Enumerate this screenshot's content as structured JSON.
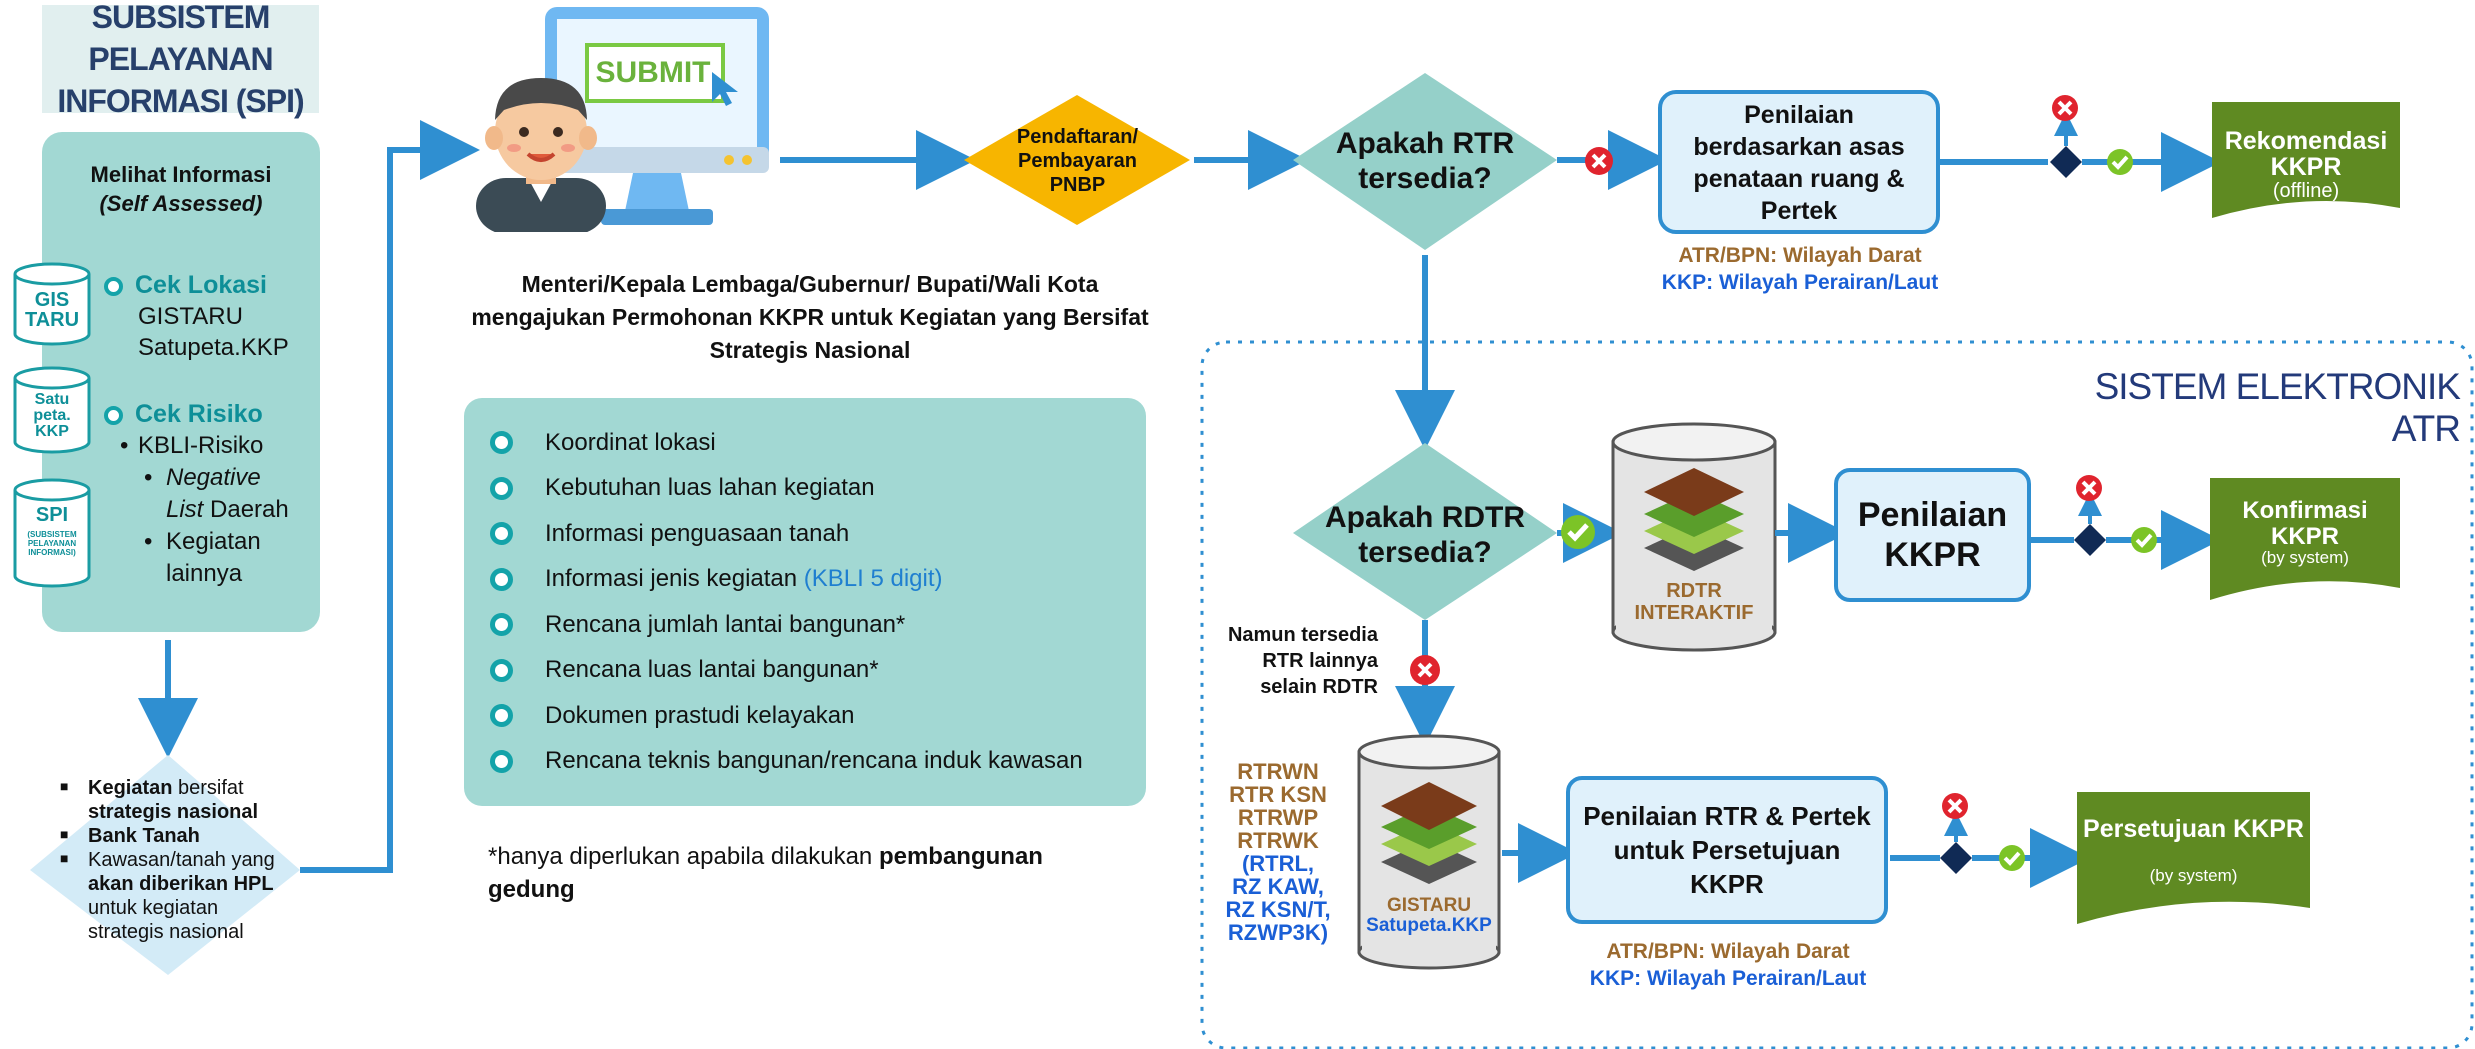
{
  "spi_title": "SUBSISTEM PELAYANAN INFORMASI (SPI)",
  "info_box": {
    "heading_line1": "Melihat Informasi",
    "heading_line2": "(Self Assessed)",
    "cek_lokasi": "Cek Lokasi",
    "cek_lokasi_items": [
      "GISTARU",
      "Satupeta.KKP"
    ],
    "cek_risiko": "Cek Risiko",
    "cek_risiko_items": [
      "KBLI-Risiko",
      "Negative List Daerah",
      "Kegiatan lainnya"
    ]
  },
  "cylinders": {
    "gis": "GIS TARU",
    "satu": "Satu peta. KKP",
    "spi": "SPI",
    "spi_sub": "(SUBSISTEM PELAYANAN INFORMASI)"
  },
  "bottom_list": [
    {
      "b": "Kegiatan",
      "t": " bersifat "
    },
    {
      "b": "strategis nasional",
      "t": ""
    },
    {
      "b": "Bank Tanah",
      "t": ""
    },
    {
      "b": "",
      "t": "Kawasan/tanah yang "
    },
    {
      "b": "akan diberikan HPL",
      "t": ""
    },
    {
      "b": "",
      "t": "untuk kegiatan"
    },
    {
      "b": "",
      "t": "strategis nasional"
    }
  ],
  "submit_label": "SUBMIT",
  "applicant_text": "Menteri/Kepala Lembaga/Gubernur/ Bupati/Wali Kota mengajukan Permohonan KKPR untuk Kegiatan yang Bersifat Strategis Nasional",
  "requirements": [
    {
      "text": "Koordinat lokasi",
      "note": ""
    },
    {
      "text": "Kebutuhan luas lahan kegiatan",
      "note": ""
    },
    {
      "text": "Informasi penguasaan tanah",
      "note": ""
    },
    {
      "text": "Informasi jenis kegiatan ",
      "note": "(KBLI 5 digit)"
    },
    {
      "text": "Rencana jumlah lantai bangunan*",
      "note": ""
    },
    {
      "text": "Rencana luas lantai bangunan*",
      "note": ""
    },
    {
      "text": "Dokumen prastudi kelayakan",
      "note": ""
    },
    {
      "text": "Rencana teknis bangunan/rencana induk kawasan",
      "note": ""
    }
  ],
  "footnote_prefix": "*hanya diperlukan apabila dilakukan ",
  "footnote_bold": "pembangunan gedung",
  "pnbp": "Pendaftaran/ Pembayaran PNBP",
  "rtr_q": "Apakah RTR tersedia?",
  "rdtr_q": "Apakah RDTR tersedia?",
  "penilaian_asas": "Penilaian berdasarkan asas penataan ruang & Pertek",
  "atr_darat": "ATR/BPN: Wilayah Darat",
  "kkp_laut": "KKP: Wilayah Perairan/Laut",
  "rekomendasi_title": "Rekomendasi KKPR",
  "rekomendasi_sub": "(offline)",
  "sistem_title": "SISTEM ELEKTRONIK ATR",
  "rdtr_interaktif": "RDTR INTERAKTIF",
  "penilaian_kkpr": "Penilaian KKPR",
  "konfirmasi_title": "Konfirmasi KKPR",
  "konfirmasi_sub": "(by system)",
  "namun_text": "Namun tersedia RTR lainnya selain RDTR",
  "rtr_list_brown": [
    "RTRWN",
    "RTR KSN",
    "RTRWP",
    "RTRWK"
  ],
  "rtr_list_blue": [
    "(RTRL,",
    "RZ KAW,",
    "RZ KSN/T,",
    "RZWP3K)"
  ],
  "gistaru_label": "GISTARU",
  "satupeta_label": "Satupeta.KKP",
  "penilaian_rtr": "Penilaian RTR & Pertek untuk Persetujuan KKPR",
  "atr_darat2": "ATR/BPN: Wilayah Darat",
  "kkp_laut2": "KKP: Wilayah Perairan/Laut",
  "persetujuan_title": "Persetujuan KKPR",
  "persetujuan_sub": "(by system)",
  "colors": {
    "teal_box": "#a2d8d3",
    "accent_arrow": "#2f8fd1",
    "green_doc": "#5f8a22",
    "light_box": "#e0f1fb"
  }
}
